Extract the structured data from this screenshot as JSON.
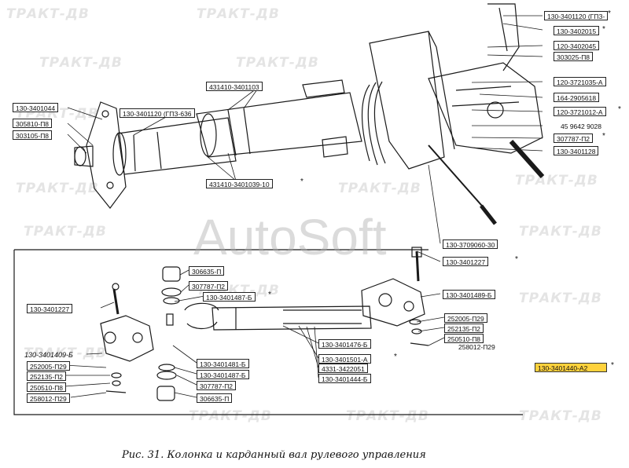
{
  "watermarks": {
    "brand": "ТРАКТ-ДВ",
    "center": "AutoSoft"
  },
  "caption": "Рис. 31. Колонка и карданный вал рулевого управления",
  "colors": {
    "highlight": "#ffd23c",
    "line": "#1a1a1a",
    "watermark": "#e4e4e4"
  },
  "upper_labels": {
    "l1": "130-3401120 (ГПЗ-",
    "l2": "130-3402015",
    "l3": "120-3402045",
    "l4": "303025-П8",
    "l5": "120-3721035-А",
    "l6": "164-2905618",
    "l7": "120-3721012-А",
    "l8": "45 9642 9028",
    "l9": "307787-П2",
    "l10": "130-3401128",
    "l11": "431410-3401103",
    "l12": "130-3401044",
    "l13": "130-3401120 (ГПЗ-636",
    "l14": "305810-П8",
    "l15": "303105-П8",
    "l16": "431410-3401039-10",
    "l17": "130-3709060-30",
    "l18": "130-3401227"
  },
  "lower_labels": {
    "m1": "306635-П",
    "m2": "307787-П2",
    "m3": "130-3401487-Б",
    "m4": "130-3401227",
    "m5": "130-3401489-Б",
    "m6": "130-3401481-Б",
    "m7": "130-3401487-Б",
    "m8": "307787-П2",
    "m9": "306635-П",
    "m10": "130-3401476-Б",
    "m11": "130-3401501-А",
    "m12": "4331-3422051",
    "m13": "130-3401444-Б",
    "m14": "252005-П29",
    "m15": "252135-П2",
    "m16": "250510-П8",
    "m17": "258012-П29",
    "m18": "130-3401409-Б",
    "m19": "252005-П29",
    "m20": "252135-П2",
    "m21": "250510-П8",
    "m22": "258012-П29",
    "m23": "130-3401440-А2"
  },
  "stars": "*"
}
